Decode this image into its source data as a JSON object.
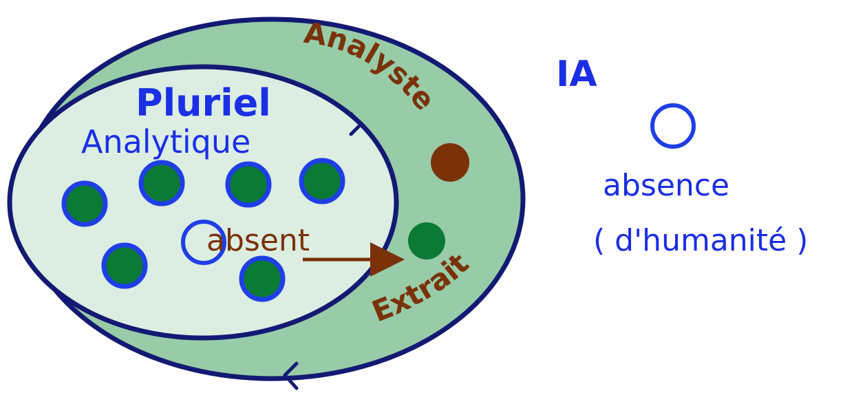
{
  "labels": {
    "pluriel": "Pluriel",
    "analytique": "Analytique",
    "absent": "absent",
    "analyste": "Analyste",
    "extrait": "Extrait",
    "ia": "IA",
    "absence": "absence",
    "humanite": "( d'humanité )"
  },
  "colors": {
    "outer_fill": "#98cba8",
    "inner_fill": "#dcede2",
    "outline": "#121a73",
    "blue_text": "#1a2fe6",
    "brown": "#7a3208",
    "member_fill": "#0b7a34",
    "member_ring": "#1f3fe6",
    "background": "#ffffff"
  }
}
